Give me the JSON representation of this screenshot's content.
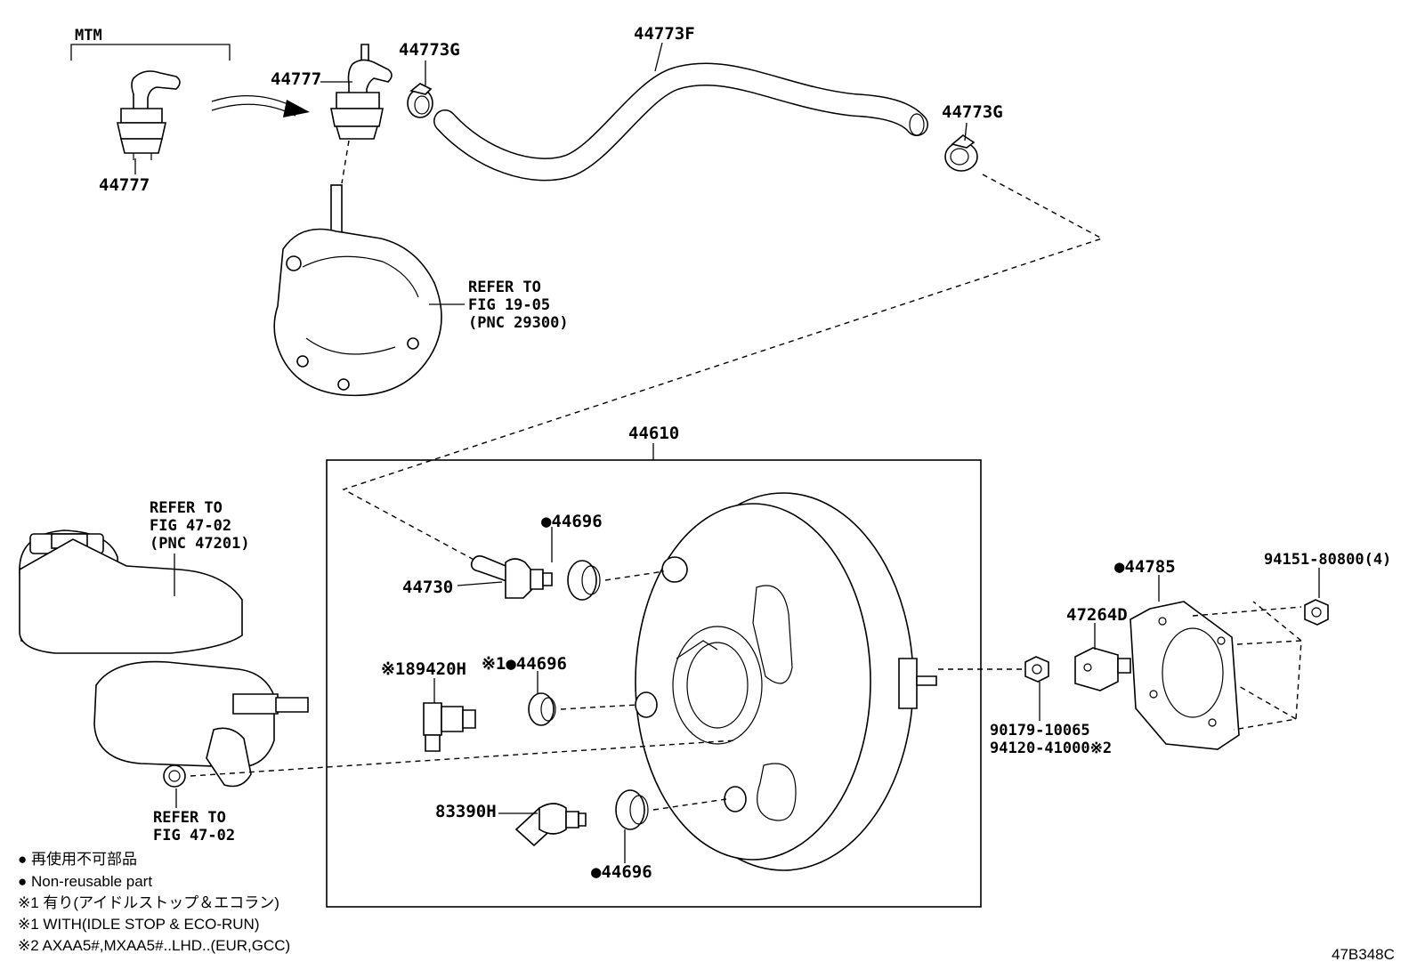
{
  "labels": {
    "mtm": "MTM",
    "p44777_left": "44777",
    "p44777_right": "44777",
    "p44773g_top": "44773G",
    "p44773f": "44773F",
    "p44773g_right": "44773G",
    "ref_pump": [
      "REFER TO",
      "FIG 19-05",
      "(PNC 29300)"
    ],
    "p44610": "44610",
    "ref_master": [
      "REFER TO",
      "FIG 47-02",
      "(PNC 47201)"
    ],
    "p44696_a": "●44696",
    "p44730": "44730",
    "p89420h": "※189420H",
    "p44696_b": "※1●44696",
    "p83390h": "83390H",
    "p44696_c": "●44696",
    "p44785": "●44785",
    "p94151": "94151-80800(4)",
    "p47264d": "47264D",
    "p90179": "90179-10065",
    "p94120": "94120-41000※2",
    "ref_nut": [
      "REFER TO",
      "FIG 47-02"
    ]
  },
  "legend": [
    "● 再使用不可部品",
    "● Non-reusable part",
    "※1 有り(アイドルストップ＆エコラン)",
    "※1 WITH(IDLE STOP & ECO-RUN)",
    "※2 AXAA5#,MXAA5#..LHD..(EUR,GCC)"
  ],
  "figure_code": "47B348C"
}
